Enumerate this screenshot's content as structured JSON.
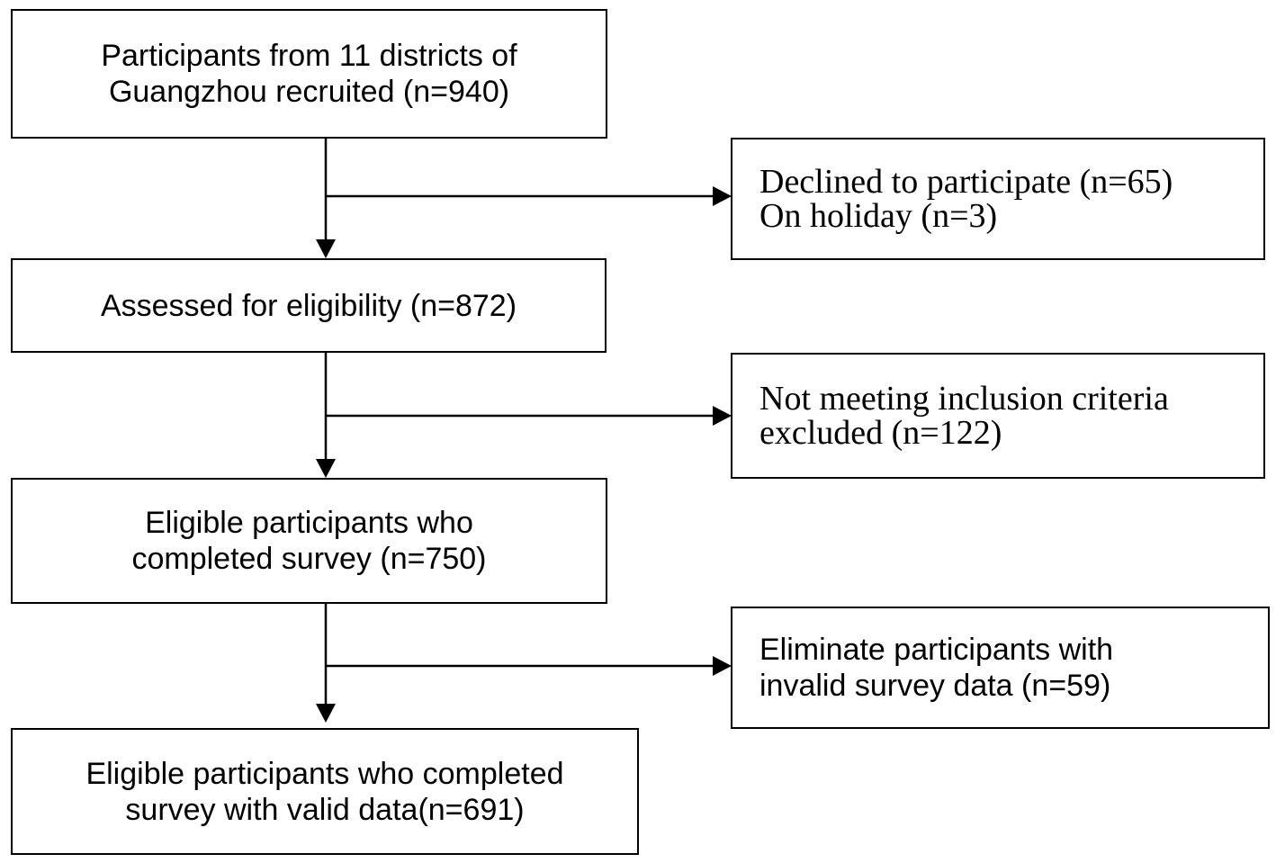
{
  "flowchart": {
    "main_steps": [
      {
        "lines": [
          "Participants from 11 districts of",
          "Guangzhou recruited (n=940)"
        ]
      },
      {
        "lines": [
          "Assessed for eligibility (n=872)"
        ]
      },
      {
        "lines": [
          "Eligible participants who",
          "completed survey (n=750)"
        ]
      },
      {
        "lines": [
          "Eligible participants who completed",
          "survey with valid data(n=691)"
        ]
      }
    ],
    "exclusions": [
      {
        "lines": [
          "Declined to participate (n=65)",
          "On holiday (n=3)"
        ]
      },
      {
        "lines": [
          "Not meeting inclusion criteria",
          "excluded (n=122)"
        ]
      },
      {
        "lines": [
          "Eliminate participants with",
          "invalid survey data (n=59)"
        ]
      }
    ]
  },
  "colors": {
    "stroke": "#000000",
    "background": "#ffffff"
  }
}
